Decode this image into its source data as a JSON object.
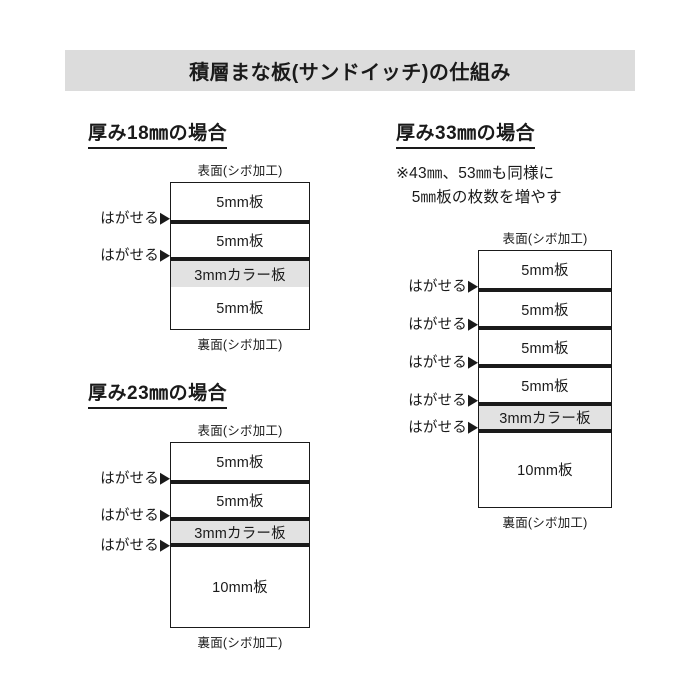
{
  "title": "積層まな板(サンドイッチ)の仕組み",
  "colors": {
    "band_background": "#dcdcdc",
    "color_layer": "#e2e2e2",
    "line": "#1a1a1a",
    "page_background": "#ffffff"
  },
  "labels": {
    "front_face": "表面(シボ加工)",
    "back_face": "裏面(シボ加工)",
    "peelable": "はがせる"
  },
  "sections": [
    {
      "heading": "厚み18㎜の場合",
      "note": "",
      "diagram": {
        "top_label": "表面(シボ加工)",
        "bottom_label": "裏面(シボ加工)",
        "layers": [
          {
            "label": "5mm板",
            "type": "plain",
            "peelable_above": false
          },
          {
            "label": "5mm板",
            "type": "plain",
            "peelable_above": true
          },
          {
            "label": "3mmカラー板",
            "type": "color",
            "peelable_above": true
          },
          {
            "label": "5mm板",
            "type": "plain",
            "peelable_above": false
          }
        ]
      }
    },
    {
      "heading": "厚み23㎜の場合",
      "note": "",
      "diagram": {
        "top_label": "表面(シボ加工)",
        "bottom_label": "裏面(シボ加工)",
        "layers": [
          {
            "label": "5mm板",
            "type": "plain",
            "peelable_above": false
          },
          {
            "label": "5mm板",
            "type": "plain",
            "peelable_above": true
          },
          {
            "label": "3mmカラー板",
            "type": "color",
            "peelable_above": true
          },
          {
            "label": "10mm板",
            "type": "plain",
            "peelable_above": true
          }
        ]
      }
    },
    {
      "heading": "厚み33㎜の場合",
      "note": "※43㎜、53㎜も同様に\n　5㎜板の枚数を増やす",
      "diagram": {
        "top_label": "表面(シボ加工)",
        "bottom_label": "裏面(シボ加工)",
        "layers": [
          {
            "label": "5mm板",
            "type": "plain",
            "peelable_above": false
          },
          {
            "label": "5mm板",
            "type": "plain",
            "peelable_above": true
          },
          {
            "label": "5mm板",
            "type": "plain",
            "peelable_above": true
          },
          {
            "label": "5mm板",
            "type": "plain",
            "peelable_above": true
          },
          {
            "label": "3mmカラー板",
            "type": "color",
            "peelable_above": true
          },
          {
            "label": "10mm板",
            "type": "plain",
            "peelable_above": true
          }
        ]
      }
    }
  ]
}
